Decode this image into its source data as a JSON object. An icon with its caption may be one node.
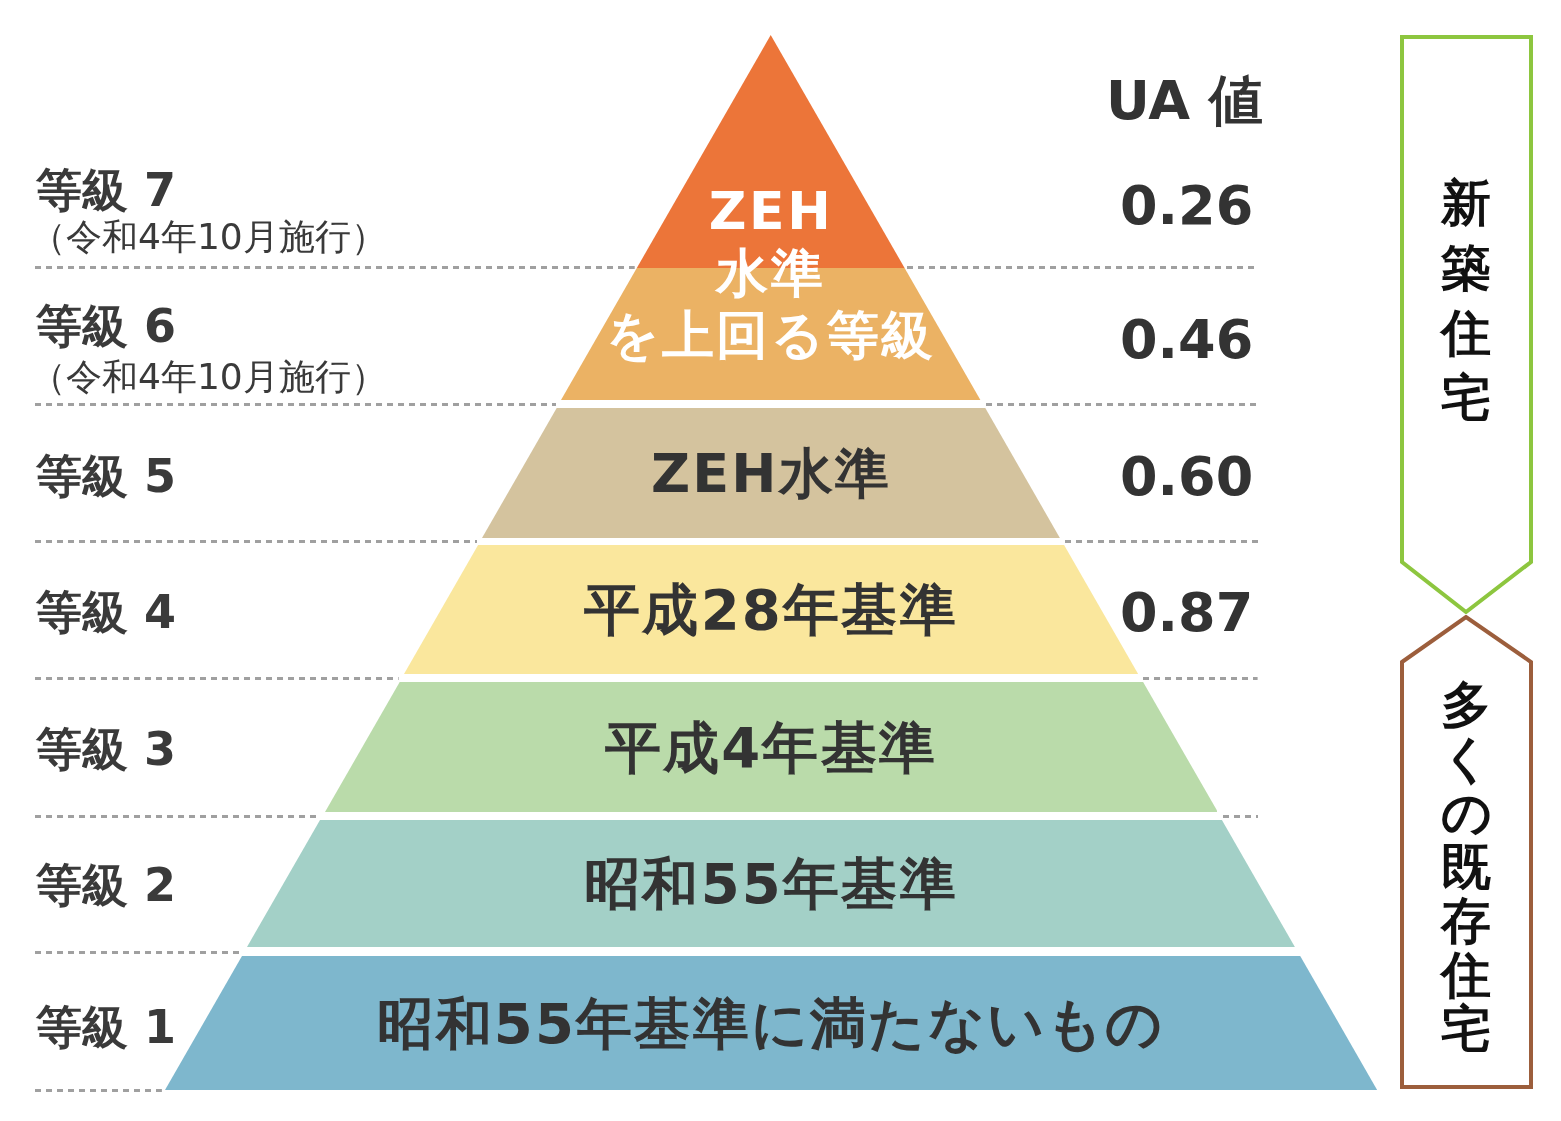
{
  "diagram": {
    "nodes": [
      {
        "text": [
          "ZEH水準を上回る等級"
        ]
      },
      {
        "text": [
          "ZEH水準"
        ]
      },
      {
        "text": [
          "平成28年基準"
        ]
      },
      {
        "text": [
          "平成4年基準"
        ]
      },
      {
        "text": [
          "昭和55年基準"
        ]
      },
      {
        "text": [
          "昭和55年基準に満たないもの"
        ]
      },
      {
        "text": [
          "新築住宅"
        ]
      },
      {
        "text": [
          "多くの既存住宅"
        ]
      }
    ],
    "labels": [
      "UA 値",
      "等級 7",
      "（令和4年10月施行）",
      "0.26",
      "等級 6",
      "（令和4年10月施行）",
      "0.46",
      "等級 5",
      "0.60",
      "等級 4",
      "0.87",
      "等級 3",
      "等級 2",
      "等級 1"
    ]
  }
}
